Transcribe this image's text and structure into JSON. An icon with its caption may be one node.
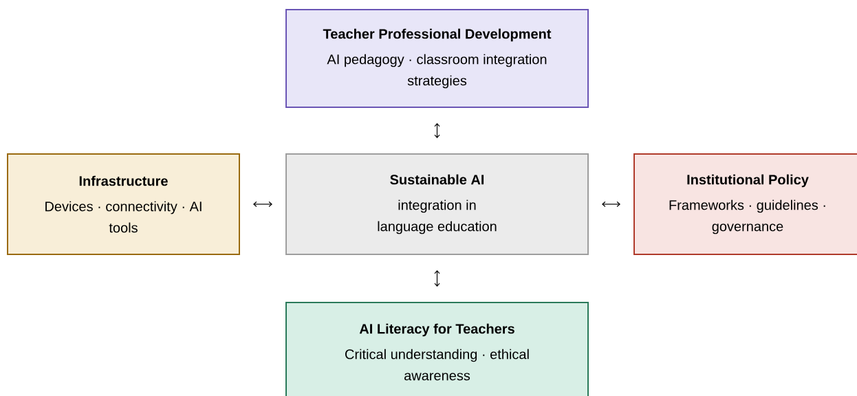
{
  "diagram": {
    "nodes": [
      {
        "text": [
          "Teacher Professional Development",
          "AI pedagogy · classroom integration strategies"
        ]
      },
      {
        "text": [
          "Infrastructure",
          "Devices · connectivity · AI tools"
        ]
      },
      {
        "text": [
          "Sustainable AI",
          "integration in language education"
        ]
      },
      {
        "text": [
          "Institutional Policy",
          "Frameworks · guidelines · governance"
        ]
      },
      {
        "text": [
          "AI Literacy for Teachers",
          "Critical understanding · ethical awareness"
        ]
      }
    ],
    "edges": [
      {
        "from": 0,
        "to": 2,
        "arrow": "both"
      },
      {
        "from": 1,
        "to": 2,
        "arrow": "both"
      },
      {
        "from": 2,
        "to": 3,
        "arrow": "both"
      },
      {
        "from": 2,
        "to": 4,
        "arrow": "both"
      }
    ]
  }
}
